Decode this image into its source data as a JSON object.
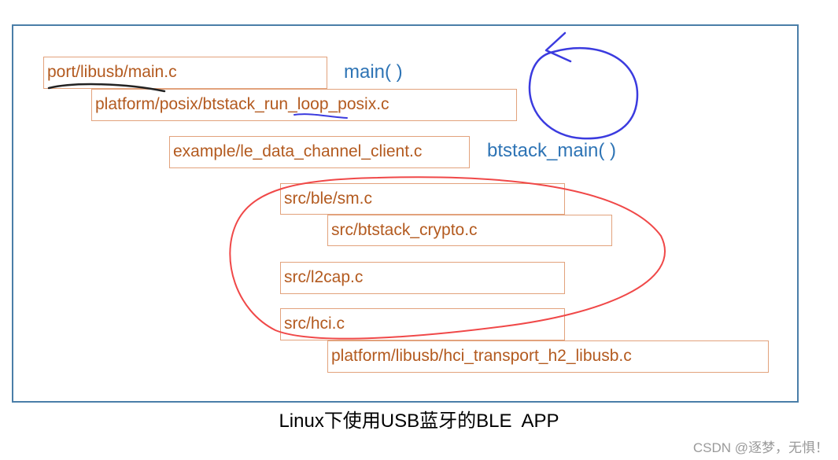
{
  "files": {
    "main": "port/libusb/main.c",
    "run_loop": "platform/posix/btstack_run_loop_posix.c",
    "example": "example/le_data_channel_client.c",
    "sm": "src/ble/sm.c",
    "crypto": "src/btstack_crypto.c",
    "l2cap": "src/l2cap.c",
    "hci": "src/hci.c",
    "transport": "platform/libusb/hci_transport_h2_libusb.c"
  },
  "labels": {
    "main_func": "main( )",
    "btstack_main_func": "btstack_main( )"
  },
  "caption": "Linux下使用USB蓝牙的BLE  APP",
  "watermark": "CSDN @逐梦，无惧！",
  "colors": {
    "frame": "#4a7ea8",
    "box_border": "#e2a27c",
    "box_text": "#b35a1f",
    "label_blue": "#2e74b5",
    "circle_blue": "#3b3bdf",
    "ellipse_red": "#f04848"
  }
}
